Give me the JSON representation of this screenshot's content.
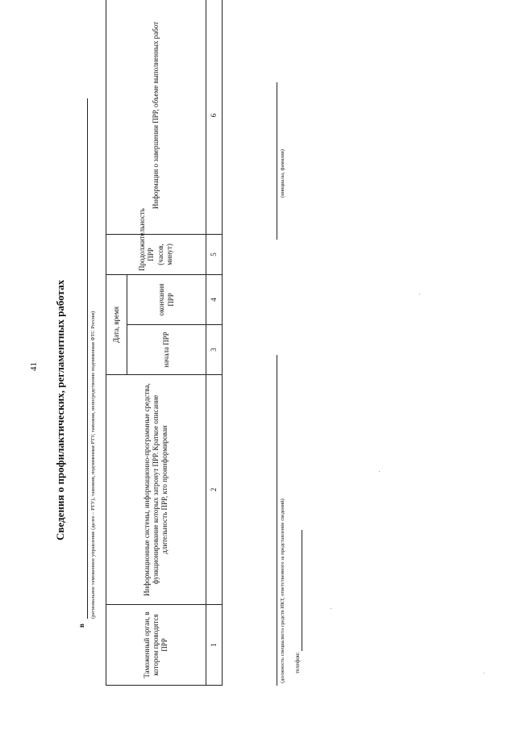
{
  "page_number": "41",
  "title": "Сведения о профилактических, регламентных работах",
  "prefix_letter": "в",
  "org_caption": "(региональное таможенное управление (далее – РТУ), таможня, подчиненная РТУ, таможня, непосредственно подчиненная ФТС России)",
  "table": {
    "headers": {
      "col1": "Таможенный орган, в котором проводятся ПРР",
      "col2": "Информационные системы, информационно-программные средства, функционирование которых затронут ПРР. Краткое описание длительность ПРР, кто проинформирован",
      "date_group": "Дата, время",
      "col3": "начала ПРР",
      "col4": "окончания ПРР",
      "col5": "Продолжительность ПРР (часов, минут)",
      "col6": "Информация о завершении ПРР, объеме выполненных работ"
    },
    "numbers": [
      "1",
      "2",
      "3",
      "4",
      "5",
      "6"
    ]
  },
  "footer": {
    "position_caption": "(должность специалиста средств ИКТ, ответственного за представление сведений)",
    "name_caption": "(инициалы, фамилия)",
    "phone_label": "телефон:"
  }
}
